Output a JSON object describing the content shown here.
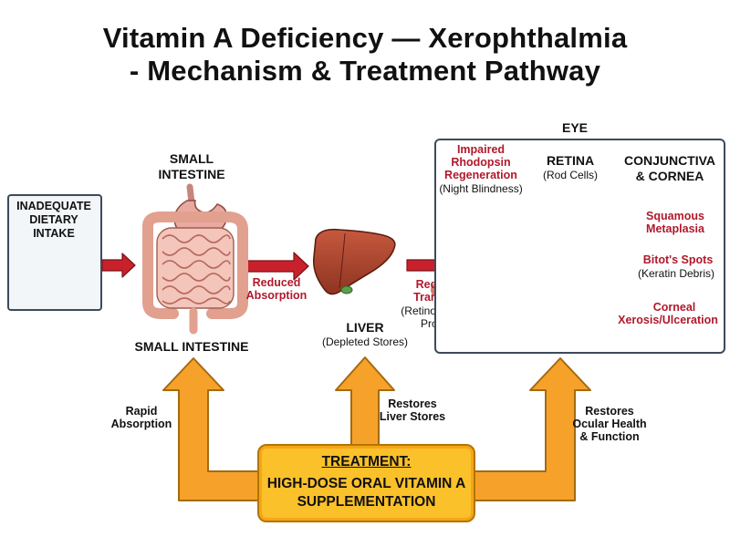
{
  "title": {
    "line1": "Vitamin A Deficiency — Xerophthalmia",
    "line2": "- Mechanism & Treatment Pathway"
  },
  "intake": {
    "label_line1": "INADEQUATE",
    "label_line2": "DIETARY INTAKE"
  },
  "small_intestine": {
    "top_label_line1": "SMALL",
    "top_label_line2": "INTESTINE",
    "bottom_label": "SMALL INTESTINE"
  },
  "arrows": {
    "reduced_absorption_line1": "Reduced",
    "reduced_absorption_line2": "Absorption",
    "reduced_transport_line1": "Reduced",
    "reduced_transport_line2": "Transport",
    "transport_sub_line1": "(Retinol-Binding",
    "transport_sub_line2": "Protein)"
  },
  "liver": {
    "label": "LIVER",
    "sub": "(Depleted Stores)"
  },
  "eye": {
    "title": "EYE",
    "rhodopsin_line1": "Impaired",
    "rhodopsin_line2": "Rhodopsin",
    "rhodopsin_line3": "Regeneration",
    "rhodopsin_sub": "(Night Blindness)",
    "retina_label": "RETINA",
    "retina_sub": "(Rod Cells)",
    "conjunctiva_line1": "CONJUNCTIVA",
    "conjunctiva_line2": "& CORNEA",
    "squamous_line1": "Squamous",
    "squamous_line2": "Metaplasia",
    "bitot_label": "Bitot's Spots",
    "bitot_sub": "(Keratin Debris)",
    "corneal_line1": "Corneal",
    "corneal_line2": "Xerosis/Ulceration"
  },
  "treatment": {
    "heading": "TREATMENT:",
    "body_line1": "HIGH-DOSE ORAL VITAMIN A",
    "body_line2": "SUPPLEMENTATION",
    "left_label_line1": "Rapid",
    "left_label_line2": "Absorption",
    "center_label_line1": "Restores",
    "center_label_line2": "Liver Stores",
    "right_label_line1": "Restores",
    "right_label_line2": "Ocular Health",
    "right_label_line3": "& Function"
  },
  "colors": {
    "red_arrow": "#c8212c",
    "red_text": "#b0192b",
    "orange_arrow": "#f6a22a",
    "treatment_fill": "#fbc12a",
    "blue_arrow": "#2f7ec4",
    "box_border": "#3d4a5c"
  }
}
